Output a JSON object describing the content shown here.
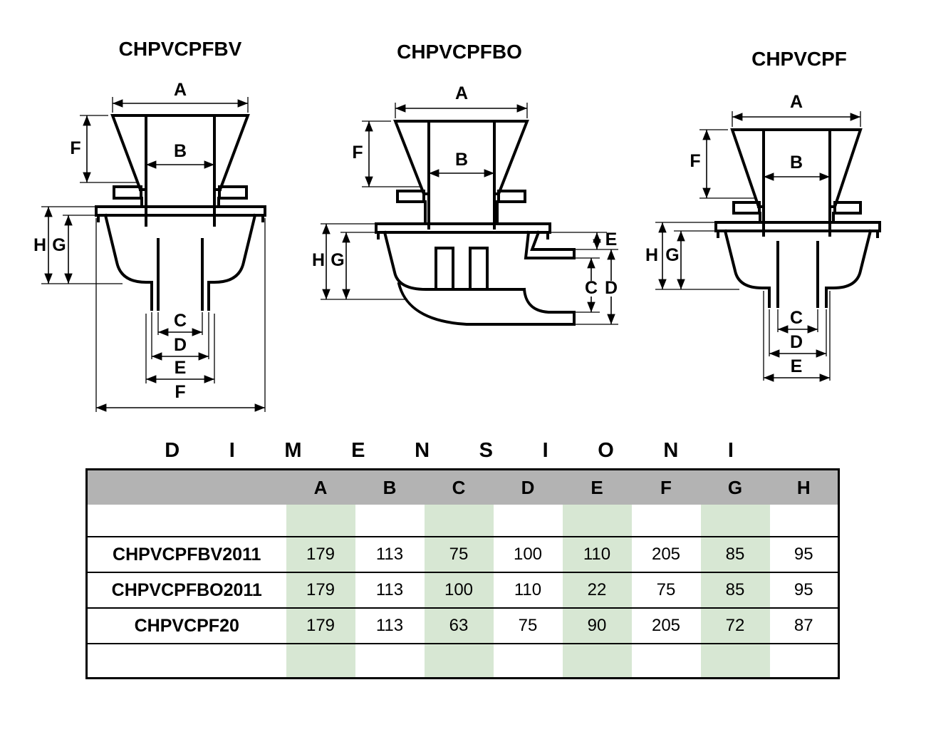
{
  "drawings": {
    "bv": {
      "title": "CHPVCPFBV",
      "labels": {
        "A": "A",
        "B": "B",
        "C": "C",
        "D": "D",
        "E": "E",
        "F": "F",
        "G": "G",
        "H": "H"
      }
    },
    "bo": {
      "title": "CHPVCPFBO",
      "labels": {
        "A": "A",
        "B": "B",
        "C": "C",
        "D": "D",
        "E": "E",
        "F": "F",
        "G": "G",
        "H": "H"
      }
    },
    "pf": {
      "title": "CHPVCPF",
      "labels": {
        "A": "A",
        "B": "B",
        "C": "C",
        "D": "D",
        "E": "E",
        "F": "F",
        "G": "G",
        "H": "H"
      }
    }
  },
  "table": {
    "title": "DIMENSIONI",
    "columns": [
      "A",
      "B",
      "C",
      "D",
      "E",
      "F",
      "G",
      "H"
    ],
    "rows": [
      {
        "name": "CHPVCPFBV2011",
        "values": [
          179,
          113,
          75,
          100,
          110,
          205,
          85,
          95
        ]
      },
      {
        "name": "CHPVCPFBO2011",
        "values": [
          179,
          113,
          100,
          110,
          22,
          75,
          85,
          95
        ]
      },
      {
        "name": "CHPVCPF20",
        "values": [
          179,
          113,
          63,
          75,
          90,
          205,
          72,
          87
        ]
      }
    ],
    "colors": {
      "header_bg": "#b3b3b3",
      "highlight_col_bg": "#d7e7d3",
      "border": "#000000"
    }
  }
}
